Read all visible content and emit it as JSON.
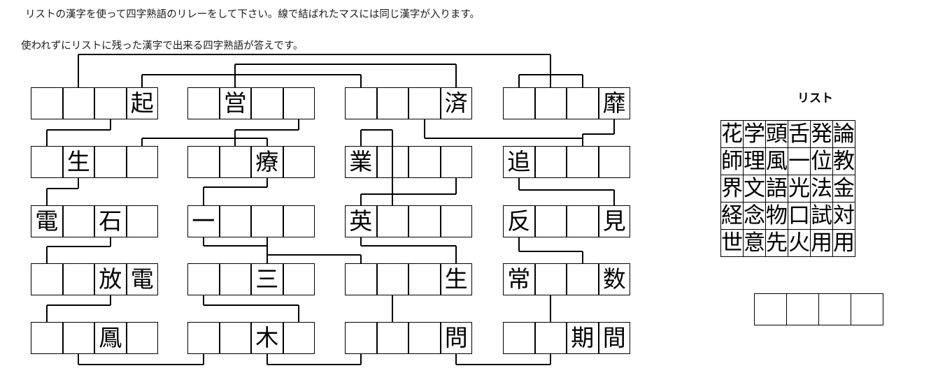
{
  "instructions": {
    "line1": "リストの漢字を使って四字熟語のリレーをして下さい。線で結ばれたマスには同じ漢字が入ります。",
    "line2": "使われずにリストに残った漢字で出来る四字熟語が答えです。"
  },
  "puzzle": {
    "grid_rows": 6,
    "blocks_per_row": 4,
    "cells_per_block": 4,
    "rows": [
      {
        "row": 1,
        "blocks": [
          {
            "block": 1,
            "cells": [
              "",
              "",
              "",
              "起"
            ]
          },
          {
            "block": 2,
            "cells": [
              "",
              "営",
              "",
              ""
            ]
          },
          {
            "block": 3,
            "cells": [
              "",
              "",
              "",
              "済"
            ]
          },
          {
            "block": 4,
            "cells": [
              "",
              "",
              "",
              "靡"
            ]
          }
        ]
      },
      {
        "row": 2,
        "blocks": [
          {
            "block": 1,
            "cells": [
              "",
              "生",
              "",
              ""
            ]
          },
          {
            "block": 2,
            "cells": [
              "",
              "",
              "療",
              ""
            ]
          },
          {
            "block": 3,
            "cells": [
              "業",
              "",
              "",
              ""
            ]
          },
          {
            "block": 4,
            "cells": [
              "追",
              "",
              "",
              ""
            ]
          }
        ]
      },
      {
        "row": 3,
        "blocks": [
          {
            "block": 1,
            "cells": [
              "電",
              "",
              "石",
              ""
            ]
          },
          {
            "block": 2,
            "cells": [
              "一",
              "",
              "",
              ""
            ]
          },
          {
            "block": 3,
            "cells": [
              "英",
              "",
              "",
              ""
            ]
          },
          {
            "block": 4,
            "cells": [
              "反",
              "",
              "",
              "見"
            ]
          }
        ]
      },
      {
        "row": 4,
        "blocks": [
          {
            "block": 1,
            "cells": [
              "",
              "",
              "放",
              "電"
            ]
          },
          {
            "block": 2,
            "cells": [
              "",
              "",
              "三",
              ""
            ]
          },
          {
            "block": 3,
            "cells": [
              "",
              "",
              "",
              "生"
            ]
          },
          {
            "block": 4,
            "cells": [
              "常",
              "",
              "",
              "数"
            ]
          }
        ]
      },
      {
        "row": 5,
        "blocks": [
          {
            "block": 1,
            "cells": [
              "",
              "",
              "鳳",
              ""
            ]
          },
          {
            "block": 2,
            "cells": [
              "",
              "",
              "木",
              ""
            ]
          },
          {
            "block": 3,
            "cells": [
              "",
              "",
              "",
              "問"
            ]
          },
          {
            "block": 4,
            "cells": [
              "",
              "",
              "期",
              "間"
            ]
          }
        ]
      }
    ]
  },
  "list": {
    "title": "リスト",
    "rows": [
      [
        "花",
        "学",
        "頭",
        "舌",
        "発",
        "論"
      ],
      [
        "師",
        "理",
        "風",
        "一",
        "位",
        "教"
      ],
      [
        "界",
        "文",
        "語",
        "光",
        "法",
        "金"
      ],
      [
        "経",
        "念",
        "物",
        "口",
        "試",
        "対"
      ],
      [
        "世",
        "意",
        "先",
        "火",
        "用",
        "用"
      ]
    ]
  },
  "answer": {
    "cells": [
      "",
      "",
      "",
      ""
    ]
  },
  "colors": {
    "ink": "#000000",
    "background": "#ffffff"
  }
}
